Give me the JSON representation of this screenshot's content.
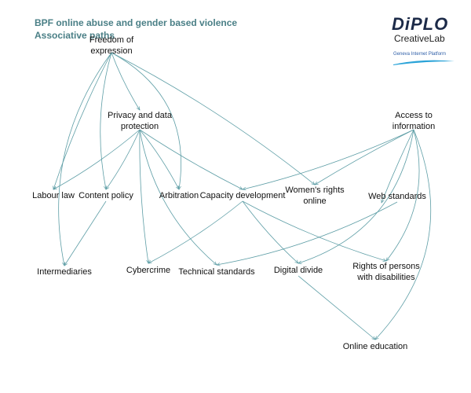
{
  "header": {
    "title_line1": "BPF online abuse and gender based violence",
    "title_line2": "Associative paths"
  },
  "logo": {
    "wordmark": "DiPLO",
    "sub": "CreativeLab",
    "tagline": "Geneva Internet Platform",
    "colors": {
      "wordmark": "#1c2a48",
      "tagline": "#2f5fa8",
      "swoosh": "#2aa3d8"
    }
  },
  "colors": {
    "edge": "#5e9ea6",
    "title": "#4a7f86",
    "text": "#111111"
  },
  "nodes": [
    {
      "id": "freedom",
      "label": [
        "Freedom of",
        "expression"
      ]
    },
    {
      "id": "privacy",
      "label": [
        "Privacy and data",
        "protection"
      ]
    },
    {
      "id": "access",
      "label": [
        "Access to",
        "information"
      ]
    },
    {
      "id": "labour",
      "label": [
        "Labour law"
      ]
    },
    {
      "id": "content",
      "label": [
        "Content policy"
      ]
    },
    {
      "id": "arbitration",
      "label": [
        "Arbitration"
      ]
    },
    {
      "id": "capacity",
      "label": [
        "Capacity development"
      ]
    },
    {
      "id": "womens",
      "label": [
        "Women's rights",
        "online"
      ]
    },
    {
      "id": "web",
      "label": [
        "Web standards"
      ]
    },
    {
      "id": "intermediaries",
      "label": [
        "Intermediaries"
      ]
    },
    {
      "id": "cybercrime",
      "label": [
        "Cybercrime"
      ]
    },
    {
      "id": "technical",
      "label": [
        "Technical standards"
      ]
    },
    {
      "id": "digital",
      "label": [
        "Digital divide"
      ]
    },
    {
      "id": "rights",
      "label": [
        "Rights of persons",
        "with disabilities"
      ]
    },
    {
      "id": "education",
      "label": [
        "Online education"
      ]
    }
  ],
  "edges": [
    [
      "freedom",
      "privacy"
    ],
    [
      "freedom",
      "labour"
    ],
    [
      "freedom",
      "content"
    ],
    [
      "freedom",
      "arbitration"
    ],
    [
      "freedom",
      "intermediaries"
    ],
    [
      "freedom",
      "womens"
    ],
    [
      "privacy",
      "labour"
    ],
    [
      "privacy",
      "content"
    ],
    [
      "privacy",
      "arbitration"
    ],
    [
      "privacy",
      "capacity"
    ],
    [
      "privacy",
      "cybercrime"
    ],
    [
      "privacy",
      "technical"
    ],
    [
      "access",
      "capacity"
    ],
    [
      "access",
      "womens"
    ],
    [
      "access",
      "web"
    ],
    [
      "access",
      "digital"
    ],
    [
      "access",
      "rights"
    ],
    [
      "access",
      "education"
    ],
    [
      "content",
      "intermediaries"
    ],
    [
      "capacity",
      "cybercrime"
    ],
    [
      "capacity",
      "digital"
    ],
    [
      "capacity",
      "rights"
    ],
    [
      "web",
      "technical"
    ],
    [
      "digital",
      "education"
    ]
  ]
}
